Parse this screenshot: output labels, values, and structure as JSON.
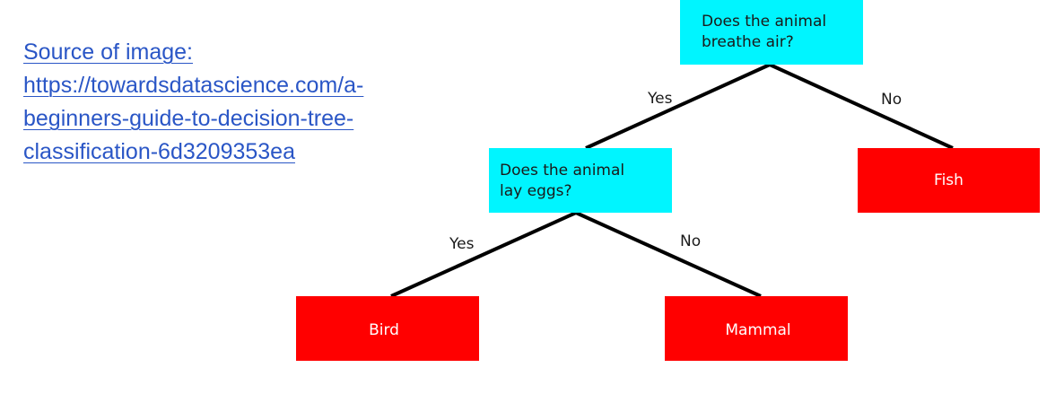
{
  "source": {
    "lines": [
      "Source of image:",
      "https://towardsdatascience.com/a-",
      "beginners-guide-to-decision-tree-",
      "classification-6d3209353ea"
    ]
  },
  "tree": {
    "colors": {
      "question_fill": "#00f5ff",
      "leaf_fill": "#ff0000",
      "edge": "#000000"
    },
    "root": {
      "lines": [
        "Does the animal",
        "breathe air?"
      ]
    },
    "eggs": {
      "lines": [
        "Does the animal",
        "lay eggs?"
      ]
    },
    "leaves": {
      "fish": "Fish",
      "bird": "Bird",
      "mammal": "Mammal"
    },
    "edges": {
      "root_yes": "Yes",
      "root_no": "No",
      "eggs_yes": "Yes",
      "eggs_no": "No"
    }
  }
}
